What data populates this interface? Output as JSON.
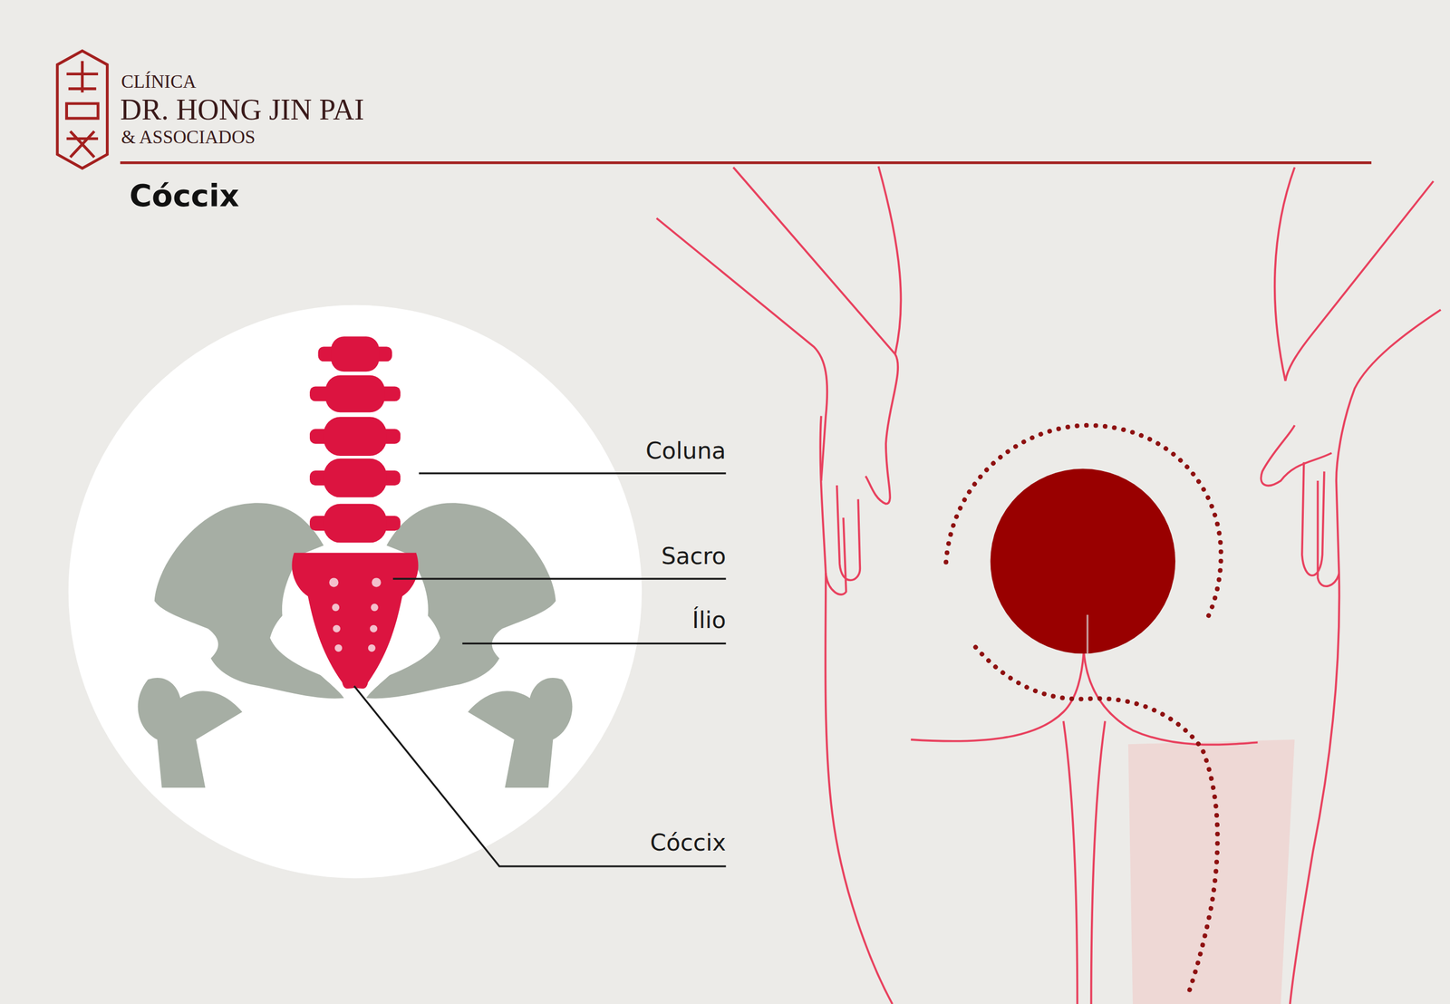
{
  "diagram": {
    "title": "Cóccix",
    "labels": [
      "CLÍNICA",
      "DR. HONG JIN PAI",
      "& ASSOCIADOS",
      "Coluna",
      "Sacro",
      "Ílio",
      "Cóccix"
    ]
  }
}
